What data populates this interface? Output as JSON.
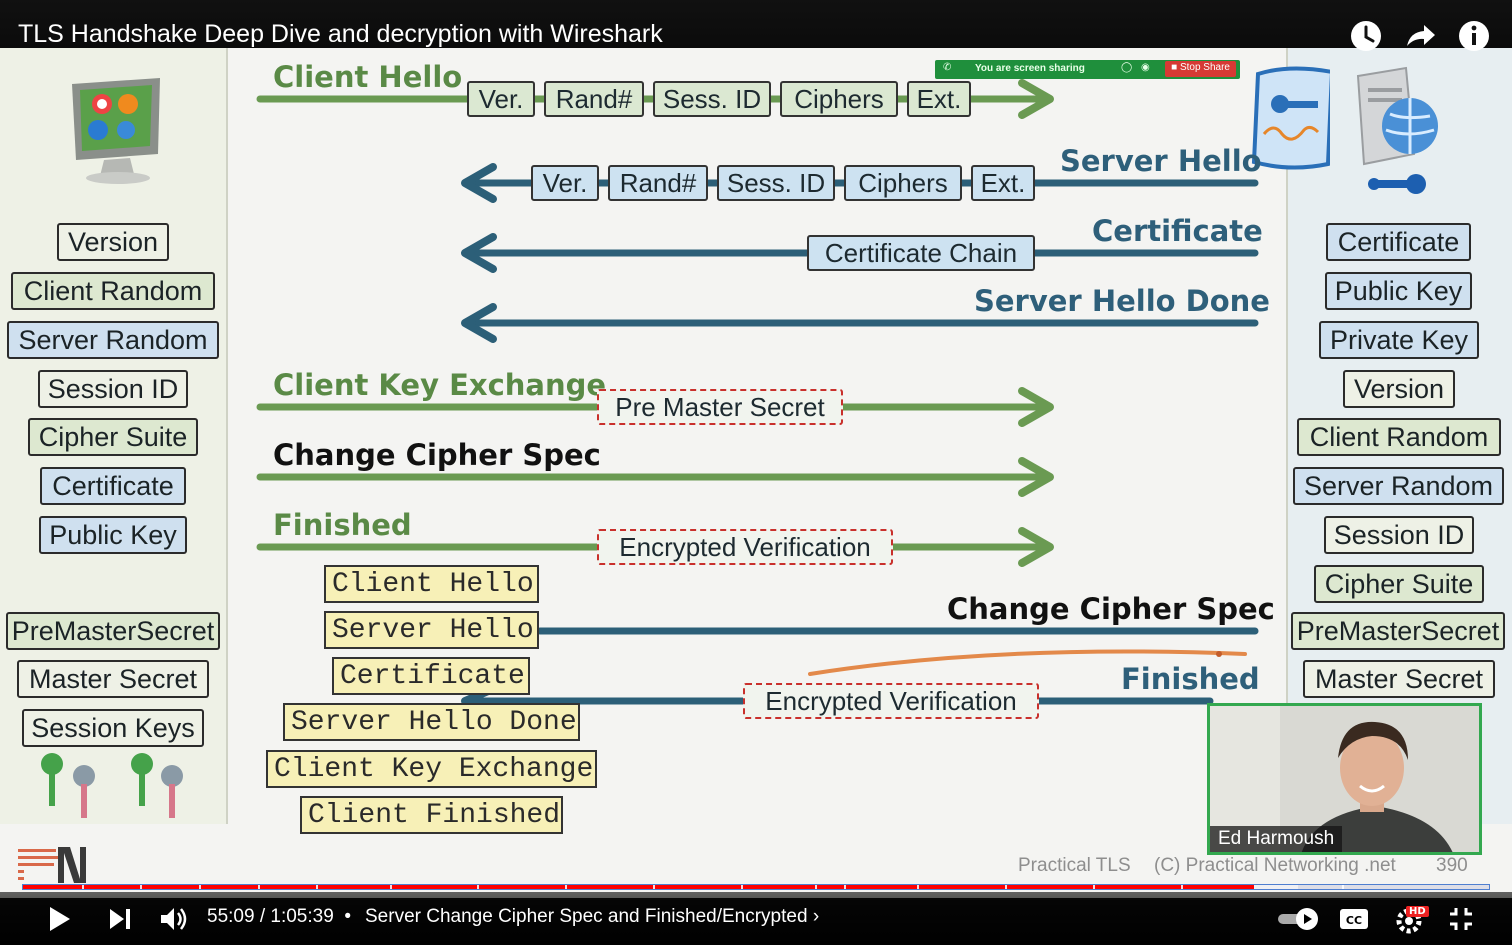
{
  "video": {
    "title": "TLS Handshake Deep Dive and decryption with Wireshark",
    "time_current": "55:09",
    "time_separator": "/",
    "time_total": "1:05:39",
    "chapter": "Server Change Cipher Spec and Finished/Encrypted",
    "chapter_arrow": "›",
    "progress_fraction": 0.84,
    "buffer_fraction": 0.87,
    "hd_badge": "HD"
  },
  "zoom": {
    "sharing_text": "You are screen sharing",
    "stop_share": "Stop Share"
  },
  "webcam": {
    "name": "Ed Harmoush"
  },
  "slide": {
    "footer_course": "Practical TLS",
    "footer_copyright": "(C) Practical Networking .net",
    "footer_page": "390",
    "client_items": [
      "Version",
      "Client Random",
      "Server Random",
      "Session ID",
      "Cipher Suite",
      "Certificate",
      "Public Key"
    ],
    "client_secrets": [
      "PreMasterSecret",
      "Master Secret",
      "Session Keys"
    ],
    "server_items": [
      "Certificate",
      "Public Key",
      "Private Key",
      "Version",
      "Client Random",
      "Server Random",
      "Session ID",
      "Cipher Suite"
    ],
    "server_secrets": [
      "PreMasterSecret",
      "Master Secret"
    ],
    "client_hello": {
      "label": "Client Hello",
      "fields": [
        "Ver.",
        "Rand#",
        "Sess. ID",
        "Ciphers",
        "Ext."
      ]
    },
    "server_hello": {
      "label": "Server Hello",
      "fields": [
        "Ver.",
        "Rand#",
        "Sess. ID",
        "Ciphers",
        "Ext."
      ]
    },
    "certificate": {
      "label": "Certificate",
      "payload": "Certificate Chain"
    },
    "server_hello_done": {
      "label": "Server Hello Done"
    },
    "client_key_exchange": {
      "label": "Client Key Exchange",
      "payload": "Pre Master Secret"
    },
    "client_ccs": {
      "label": "Change Cipher Spec"
    },
    "client_finished": {
      "label": "Finished",
      "payload": "Encrypted Verification"
    },
    "server_ccs": {
      "label": "Change Cipher Spec"
    },
    "server_finished": {
      "label": "Finished",
      "payload": "Encrypted Verification"
    },
    "transcript": [
      "Client Hello",
      "Server Hello",
      "Certificate",
      "Server Hello Done",
      "Client Key Exchange",
      "Client Finished"
    ]
  },
  "colors": {
    "client_arrow": "#6a9a52",
    "server_arrow": "#2c5f78",
    "progress": "#ff0000",
    "webcam_border": "#33a84f"
  }
}
